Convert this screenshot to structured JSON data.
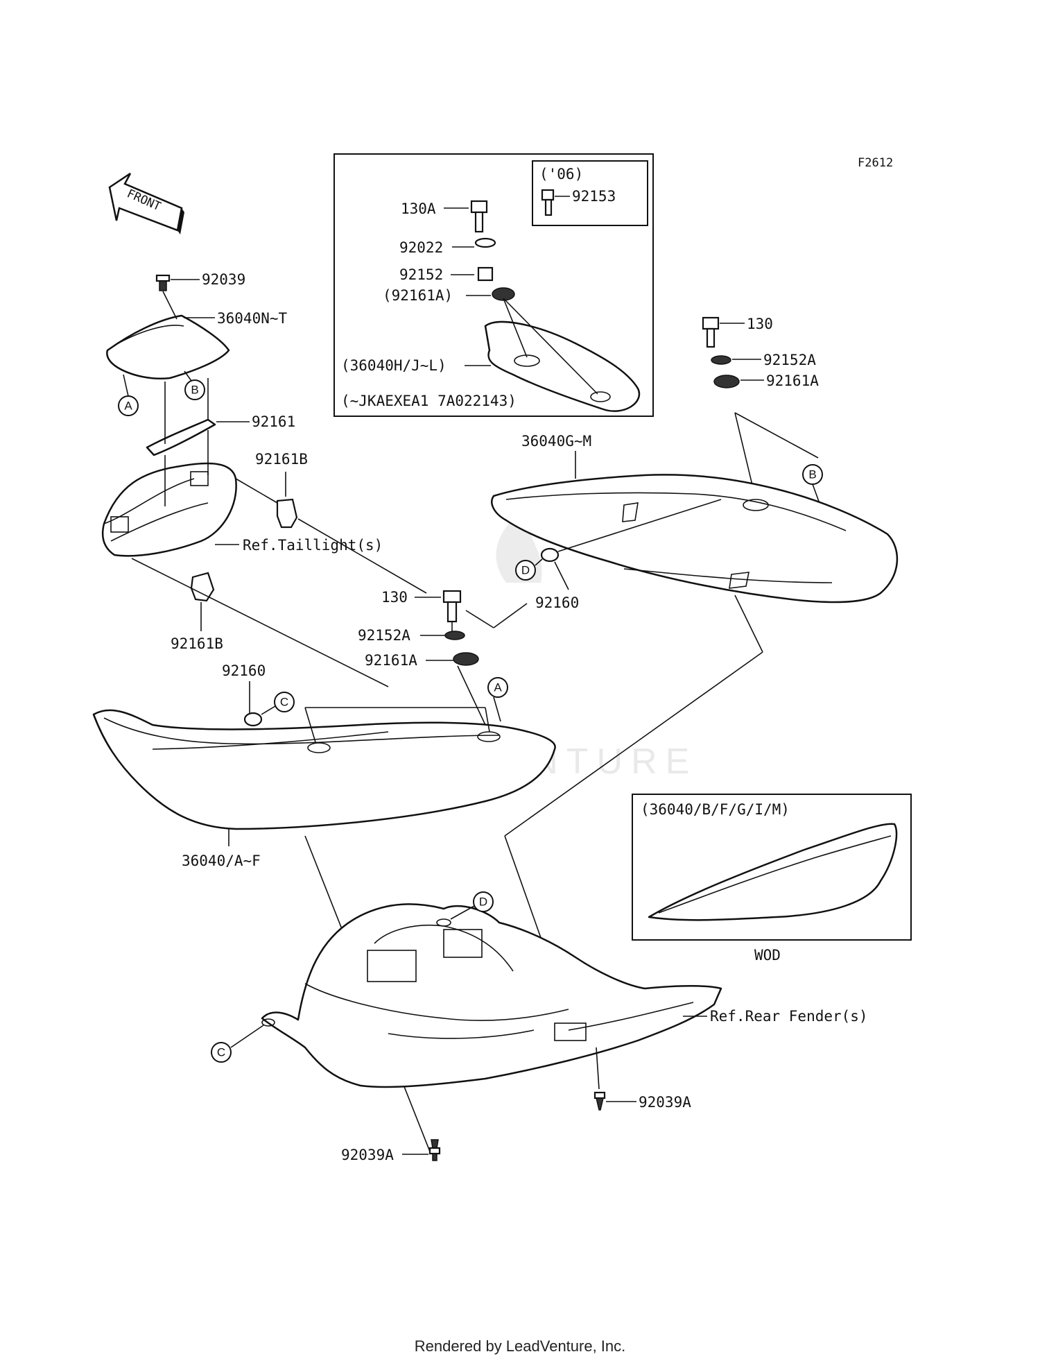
{
  "diagram_code": "F2612",
  "front_arrow_label": "FRONT",
  "inset_main": {
    "year_label": "('06)",
    "year_part": "92153",
    "parts": [
      "130A",
      "92022",
      "92152",
      "(92161A)"
    ],
    "cover_label": "(36040H/J~L)",
    "serial_label": "(~JKAEXEA1 7A022143)"
  },
  "inset_wod": {
    "title": "(36040/B/F/G/I/M)",
    "caption": "WOD"
  },
  "labels": {
    "p92039": "92039",
    "p36040NT": "36040N~T",
    "p92161": "92161",
    "p92161B_top": "92161B",
    "ref_taillight": "Ref.Taillight(s)",
    "p92161B_bottom": "92161B",
    "p130_center": "130",
    "p92152A_center": "92152A",
    "p92161A_center": "92161A",
    "p92160_left": "92160",
    "p36040AF": "36040/A~F",
    "p130_right": "130",
    "p92152A_right": "92152A",
    "p92161A_right": "92161A",
    "p36040GM": "36040G~M",
    "p92160_right": "92160",
    "ref_rear_fender": "Ref.Rear Fender(s)",
    "p92039A_right": "92039A",
    "p92039A_bottom": "92039A"
  },
  "markers": {
    "A1": "A",
    "B1": "B",
    "A2": "A",
    "B2": "B",
    "C1": "C",
    "D1": "D",
    "C2": "C",
    "D2": "D"
  },
  "watermark": "LEADVENTURE",
  "footer": "Rendered by LeadVenture, Inc."
}
